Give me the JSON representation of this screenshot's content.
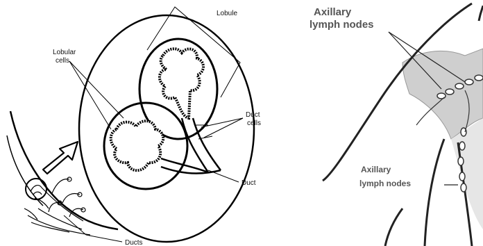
{
  "left_diagram": {
    "labels": {
      "lobule": "Lobule",
      "lobular_cells_line1": "Lobular",
      "lobular_cells_line2": "cells",
      "duct_cells_line1": "Duct",
      "duct_cells_line2": "cells",
      "duct": "Duct",
      "ducts": "Ducts"
    }
  },
  "right_diagram": {
    "labels": {
      "axillary_top_line1": "Axillary",
      "axillary_top_line2": "lymph nodes",
      "axillary_mid_line1": "Axillary",
      "axillary_mid_line2": "lymph nodes"
    }
  }
}
